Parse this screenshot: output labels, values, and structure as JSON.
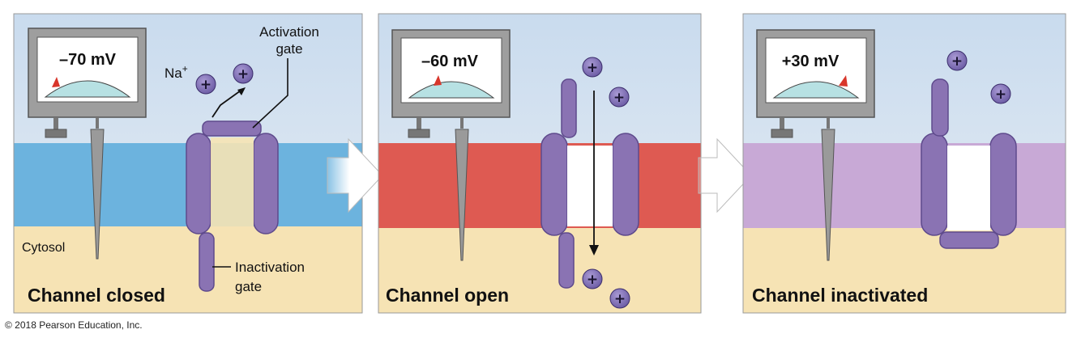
{
  "panels": [
    {
      "voltage": "–70 mV",
      "caption": "Channel closed",
      "membrane_color": "#6cb3de",
      "labels": {
        "na": "Na",
        "na_sup": "+",
        "activation_line1": "Activation",
        "activation_line2": "gate",
        "cytosol": "Cytosol",
        "inactivation_line1": "Inactivation",
        "inactivation_line2": "gate"
      }
    },
    {
      "voltage": "–60 mV",
      "caption": "Channel open",
      "membrane_color": "#de5a52"
    },
    {
      "voltage": "+30 mV",
      "caption": "Channel inactivated",
      "membrane_color": "#c8a9d6"
    }
  ],
  "ion_symbol": "+",
  "copyright": "© 2018 Pearson Education, Inc.",
  "colors": {
    "extracellular": "#d4e4f1",
    "cytosol": "#f6e3b4",
    "channel_protein": "#8a73b3",
    "ion_fill": "#7b6bb0",
    "meter_frame": "#9e9e9e",
    "meter_dial": "#b7e1e3",
    "needle": "#d8362b"
  }
}
